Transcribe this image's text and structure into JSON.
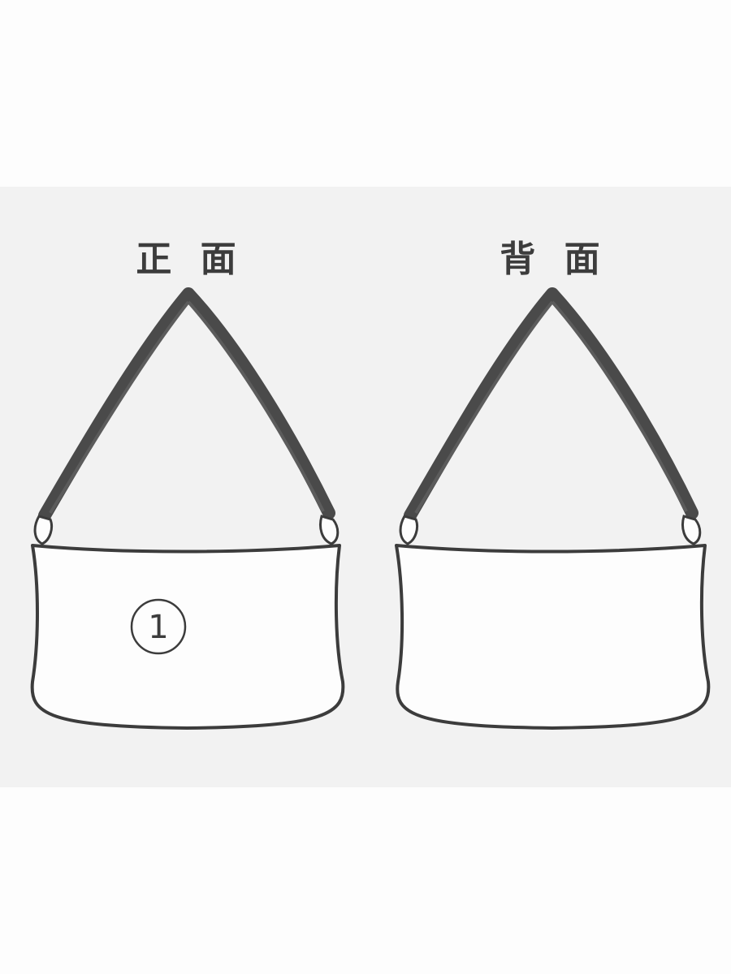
{
  "views": {
    "front": {
      "label": "正 面",
      "marker": "1"
    },
    "back": {
      "label": "背 面"
    }
  },
  "colors": {
    "panel_background": "#f2f2f2",
    "outline": "#3c3c3c",
    "strap": "#4a4a4a",
    "bag_fill": "#fdfdfd"
  }
}
